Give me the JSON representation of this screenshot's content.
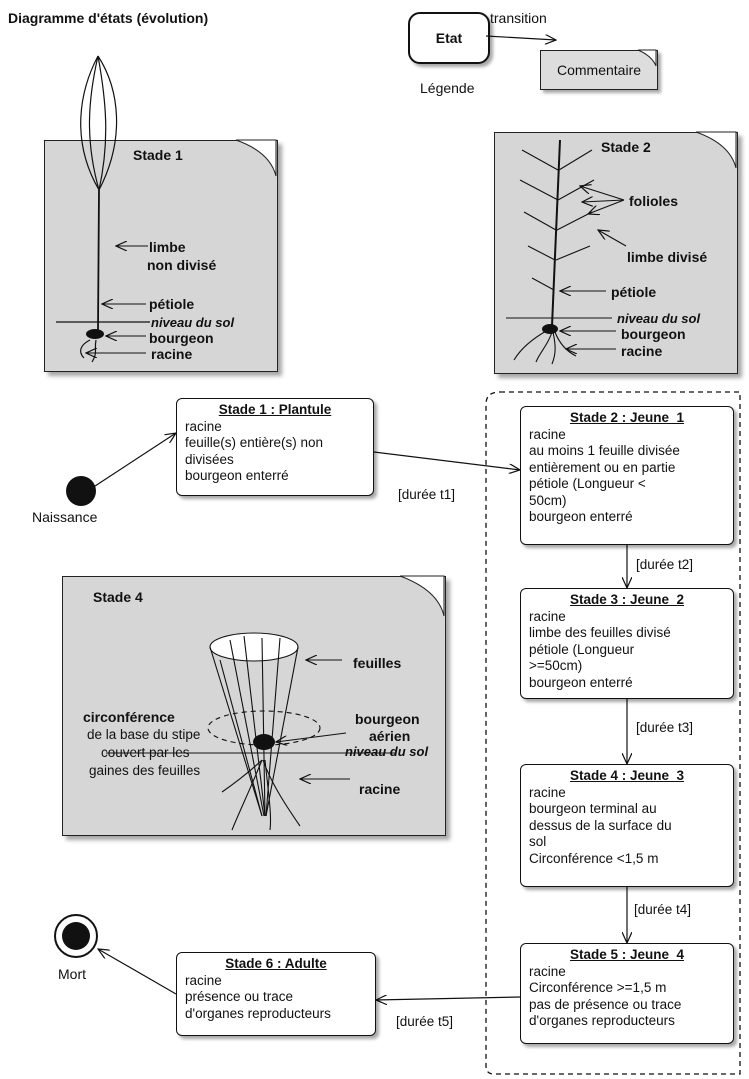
{
  "title": "Diagramme d'états (évolution)",
  "legend": {
    "state": "Etat",
    "transition": "transition",
    "comment": "Commentaire",
    "label": "Légende"
  },
  "stade1_note": {
    "title": "Stade 1",
    "labels": [
      "limbe",
      "non divisé",
      "pétiole",
      "niveau du sol",
      "bourgeon",
      "racine"
    ]
  },
  "stade2_note": {
    "title": "Stade 2",
    "labels": [
      "folioles",
      "limbe divisé",
      "pétiole",
      "niveau du sol",
      "bourgeon",
      "racine"
    ]
  },
  "stade4_note": {
    "title": "Stade 4",
    "labels": [
      "feuilles",
      "circonférence",
      "de la base du stipe",
      "couvert par les",
      "gaines des feuilles",
      "bourgeon",
      "aérien",
      "niveau du sol",
      "racine"
    ]
  },
  "nodes": {
    "start": "Naissance",
    "end": "Mort"
  },
  "states": {
    "s1": {
      "title": "Stade 1 : Plantule",
      "lines": [
        "racine",
        "feuille(s) entière(s)  non",
        "divisées",
        "bourgeon enterré"
      ]
    },
    "s2": {
      "title": "Stade 2 : Jeune_1",
      "lines": [
        "racine",
        "au moins 1 feuille  divisée",
        "entièrement ou en partie",
        "pétiole (Longueur <",
        "50cm)",
        "bourgeon enterré"
      ]
    },
    "s3": {
      "title": "Stade 3 : Jeune_2",
      "lines": [
        "racine",
        "limbe des feuilles  divisé",
        "pétiole (Longueur",
        ">=50cm)",
        "bourgeon enterré"
      ]
    },
    "s4": {
      "title": "Stade 4 : Jeune_3",
      "lines": [
        "racine",
        "bourgeon terminal au",
        "dessus de la surface du",
        "sol",
        "Circonférence <1,5 m"
      ]
    },
    "s5": {
      "title": "Stade 5 : Jeune_4",
      "lines": [
        "racine",
        "Circonférence >=1,5 m",
        "pas de présence ou trace",
        "d'organes reproducteurs"
      ]
    },
    "s6": {
      "title": "Stade 6 : Adulte",
      "lines": [
        "racine",
        "présence ou trace",
        "d'organes reproducteurs"
      ]
    }
  },
  "durations": {
    "t1": "[durée  t1]",
    "t2": "[durée  t2]",
    "t3": "[durée  t3]",
    "t4": "[durée  t4]",
    "t5": "[durée  t5]"
  }
}
